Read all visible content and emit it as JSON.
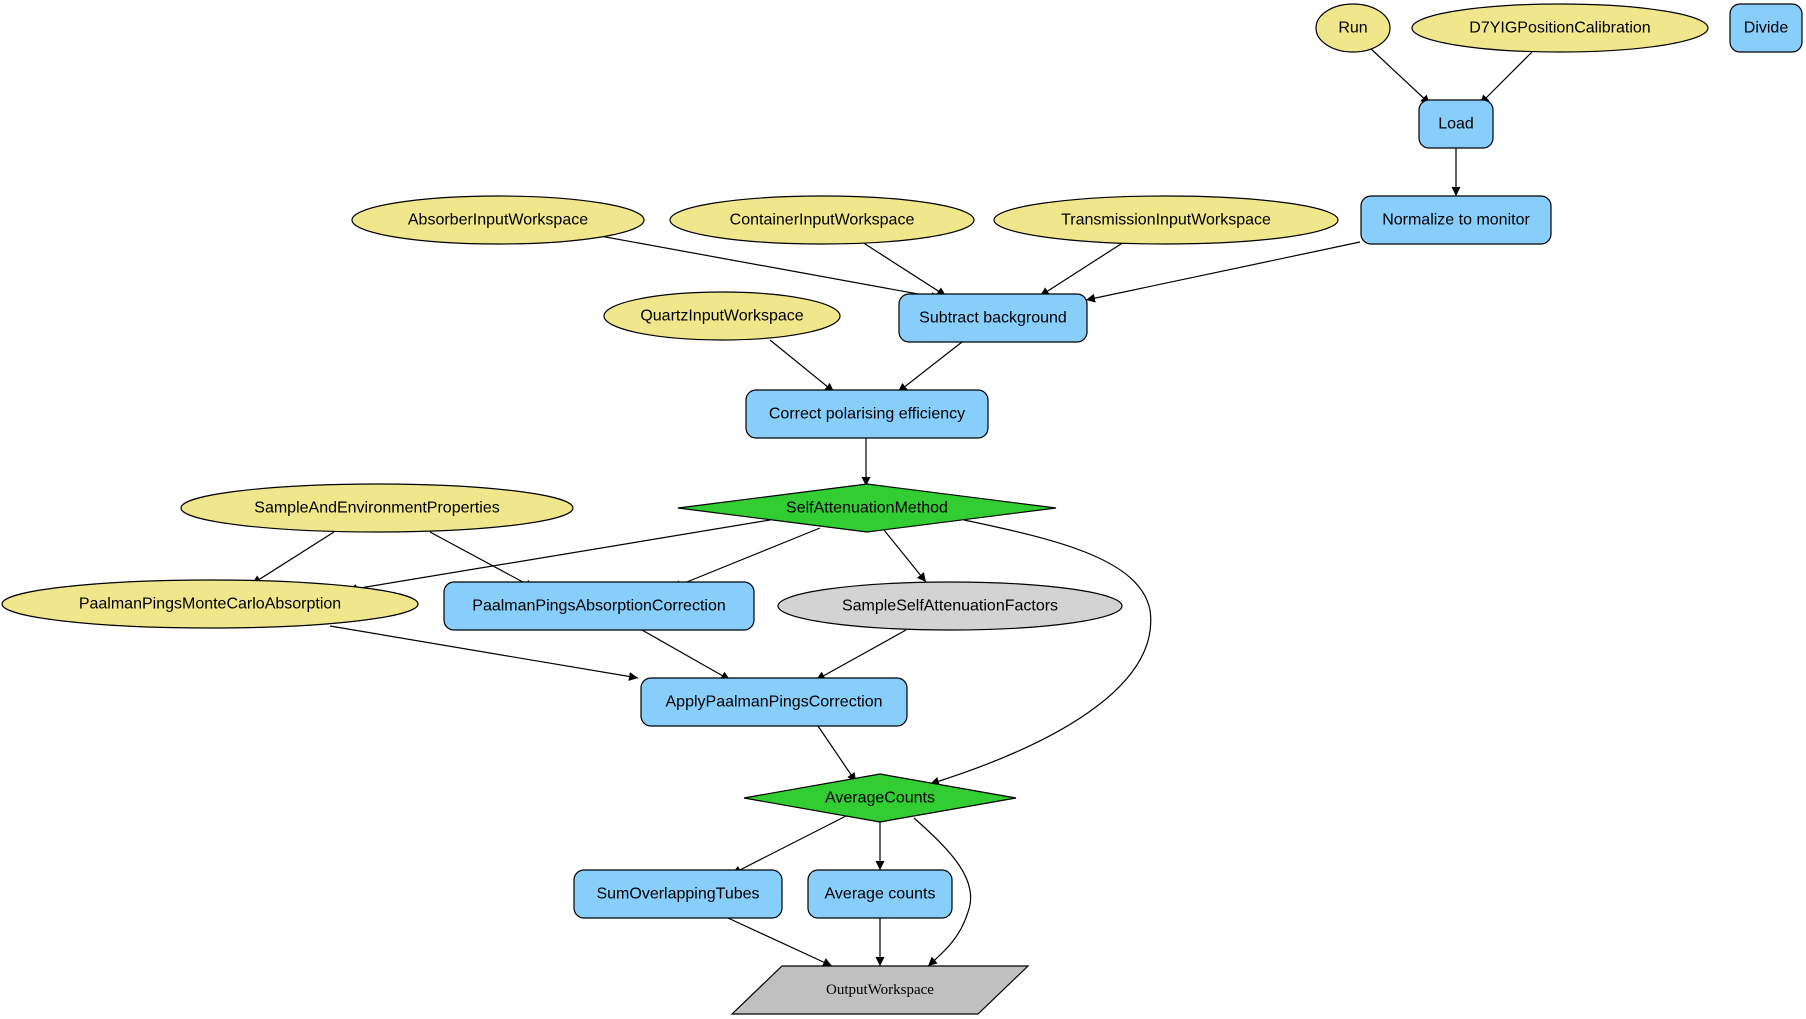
{
  "colors": {
    "input": "#f0e68c",
    "process": "#87cefa",
    "decision": "#32cd32",
    "output": "#c0c0c0",
    "intermediate": "#d3d3d3"
  },
  "nodes": {
    "run": "Run",
    "yig": "D7YIGPositionCalibration",
    "divide": "Divide",
    "load": "Load",
    "normalize": "Normalize to monitor",
    "absorber": "AbsorberInputWorkspace",
    "container": "ContainerInputWorkspace",
    "transmission": "TransmissionInputWorkspace",
    "subtract": "Subtract background",
    "quartz": "QuartzInputWorkspace",
    "polarising": "Correct polarising efficiency",
    "selfatt": "SelfAttenuationMethod",
    "sampleprops": "SampleAndEnvironmentProperties",
    "montecarlo": "PaalmanPingsMonteCarloAbsorption",
    "abscorr": "PaalmanPingsAbsorptionCorrection",
    "factors": "SampleSelfAttenuationFactors",
    "apply": "ApplyPaalmanPingsCorrection",
    "avgcounts": "AverageCounts",
    "sumtubes": "SumOverlappingTubes",
    "average": "Average counts",
    "output": "OutputWorkspace"
  }
}
